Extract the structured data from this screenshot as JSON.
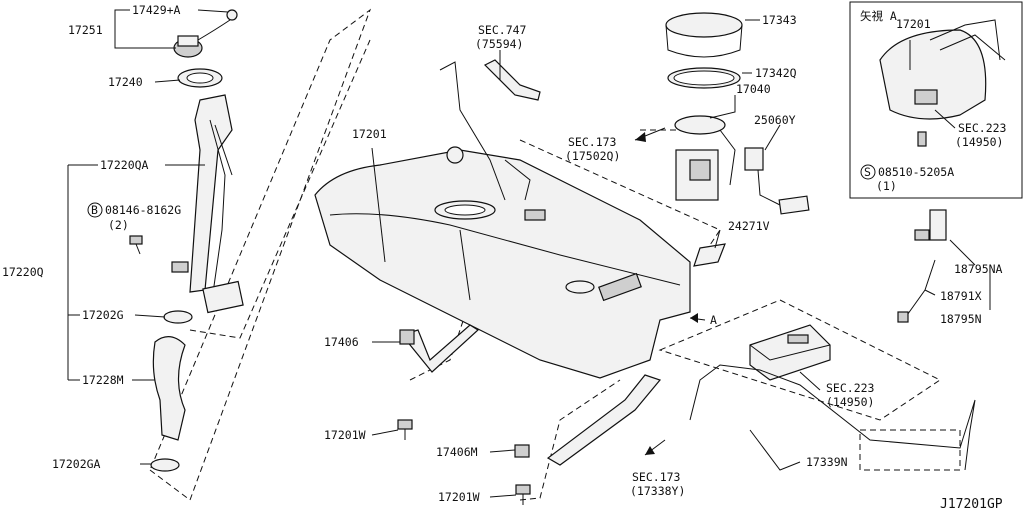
{
  "diagram_id": "J17201GP",
  "labels": {
    "p17429a": "17429+A",
    "p17251": "17251",
    "p17240": "17240",
    "p17220qa": "17220QA",
    "bolt_b": "08146-8162G",
    "bolt_b_qty": "(2)",
    "p17220q": "17220Q",
    "p17202g": "17202G",
    "p17228m": "17228M",
    "p17202ga": "17202GA",
    "sec747": "SEC.747",
    "sec747_sub": "(75594)",
    "p17201_main": "17201",
    "p17406": "17406",
    "p17201w_a": "17201W",
    "p17406m": "17406M",
    "p17201w_b": "17201W",
    "p17343": "17343",
    "p17342q": "17342Q",
    "p17040": "17040",
    "sec173_a": "SEC.173",
    "sec173_a_sub": "(17502Q)",
    "p25060y": "25060Y",
    "p24271v": "24271V",
    "arrow_a": "A",
    "sec223_a": "SEC.223",
    "sec223_a_sub": "(14950)",
    "p17339n": "17339N",
    "sec173_b": "SEC.173",
    "sec173_b_sub": "(17338Y)",
    "inset_title": "矢視 A",
    "inset_17201": "17201",
    "sec223_b": "SEC.223",
    "sec223_b_sub": "(14950)",
    "screw_s": "08510-5205A",
    "screw_s_qty": "(1)",
    "p18795na": "18795NA",
    "p18791x": "18791X",
    "p18795n": "18795N",
    "badge_b": "B",
    "badge_s": "S"
  }
}
